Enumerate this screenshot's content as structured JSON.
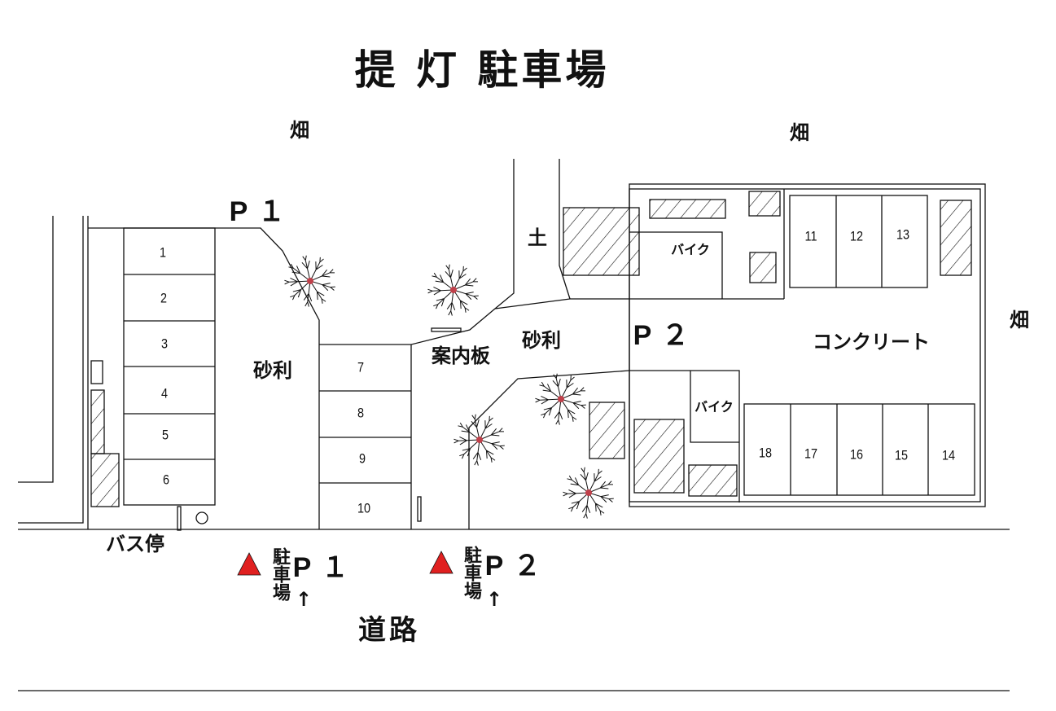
{
  "title": "提 灯 駐車場",
  "labels": {
    "field": "畑",
    "soil": "土",
    "gravel": "砂利",
    "sign_board": "案内板",
    "bike": "バイク",
    "concrete": "コンクリート",
    "bus_stop": "バス停",
    "road": "道路",
    "p1": "P１",
    "p2": "P２",
    "parking_vertical": "駐車場",
    "arrow_up": "↑"
  },
  "spaces": [
    "1",
    "2",
    "3",
    "4",
    "5",
    "6",
    "7",
    "8",
    "9",
    "10",
    "11",
    "12",
    "13",
    "14",
    "15",
    "16",
    "17",
    "18"
  ],
  "colors": {
    "marker": "#e02020",
    "tree_center": "#c0404a",
    "line": "#111111"
  }
}
